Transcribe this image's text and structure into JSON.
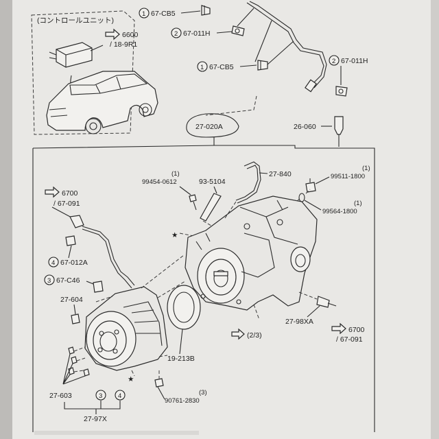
{
  "inset": {
    "title": "(コントロールユニット)",
    "ref_code": "6600",
    "ref_sub": "/ 18-9R1"
  },
  "labels": {
    "cb5_a": "67-CB5",
    "011h_a": "67-011H",
    "cb5_b": "67-CB5",
    "011h_b": "67-011H",
    "assembly": "27-020A",
    "p26060": "26-060",
    "p27840": "27-840",
    "p99454": "99454-0612",
    "p99454_qty": "(1)",
    "p935104": "93-5104",
    "p99511": "99511-1800",
    "p99511_qty": "(1)",
    "p99564": "99564-1800",
    "p99564_qty": "(1)",
    "ref6700_a": "6700",
    "ref6700_a_sub": "/ 67-091",
    "p012a": "67-012A",
    "pc46": "67-C46",
    "p27604": "27-604",
    "p27603": "27-603",
    "p97x": "27-97X",
    "p19213": "19-213B",
    "p90761": "90761-2830",
    "p90761_qty": "(3)",
    "p98xa": "27-98XA",
    "ref6700_b": "6700",
    "ref6700_b_sub": "/ 67-091",
    "ref23": "(2/3)"
  },
  "markers": {
    "one": "1",
    "two": "2",
    "three": "3",
    "four": "4",
    "star": "★"
  }
}
